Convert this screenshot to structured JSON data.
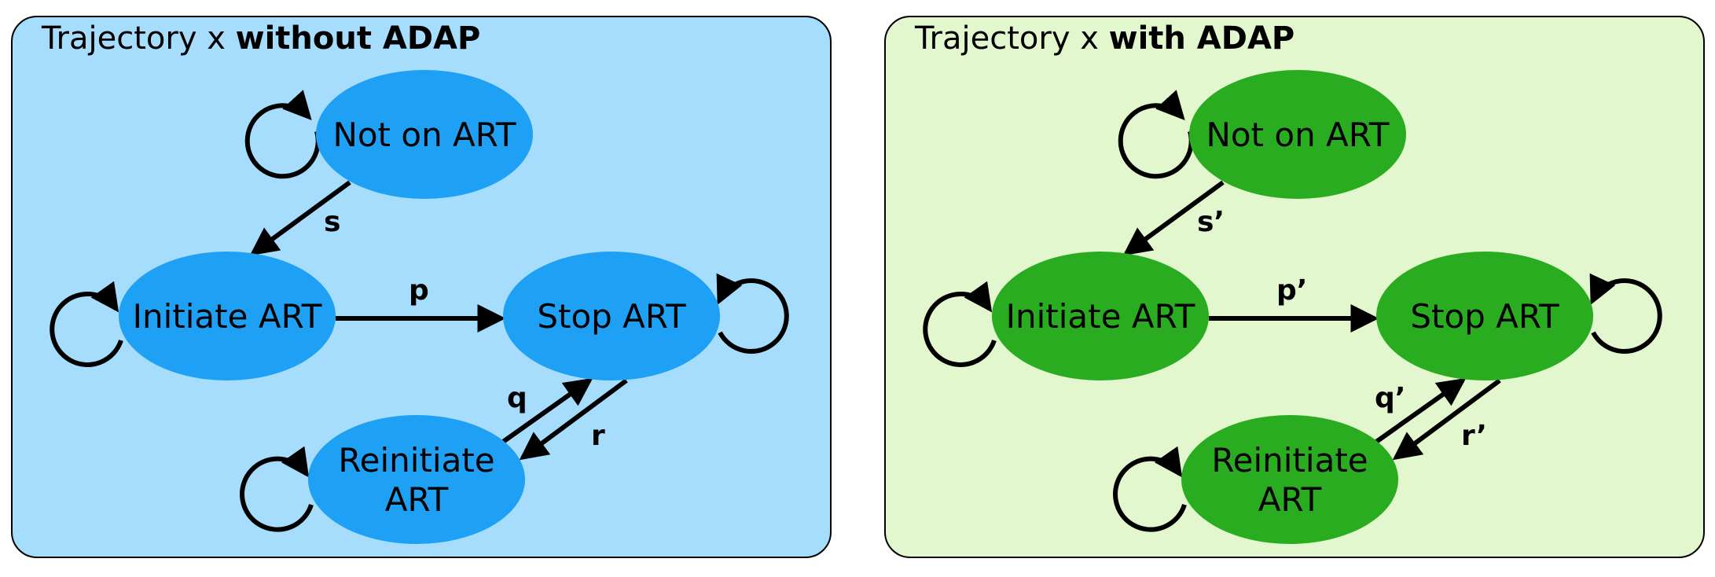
{
  "panels": [
    {
      "title_prefix": "Trajectory x ",
      "title_bold": "without ADAP",
      "background": "#a6dcfc",
      "node_color": "#1ea0f5",
      "nodes": {
        "not_on_art": "Not on ART",
        "initiate_art": "Initiate ART",
        "stop_art": "Stop ART",
        "reinitiate_line1": "Reinitiate",
        "reinitiate_line2": "ART"
      },
      "edges": {
        "s": "s",
        "p": "p",
        "q": "q",
        "r": "r"
      }
    },
    {
      "title_prefix": "Trajectory x ",
      "title_bold": "with ADAP",
      "background": "#e2f7cd",
      "node_color": "#2aac21",
      "nodes": {
        "not_on_art": "Not on ART",
        "initiate_art": "Initiate ART",
        "stop_art": "Stop ART",
        "reinitiate_line1": "Reinitiate",
        "reinitiate_line2": "ART"
      },
      "edges": {
        "s": "s’",
        "p": "p’",
        "q": "q’",
        "r": "r’"
      }
    }
  ]
}
